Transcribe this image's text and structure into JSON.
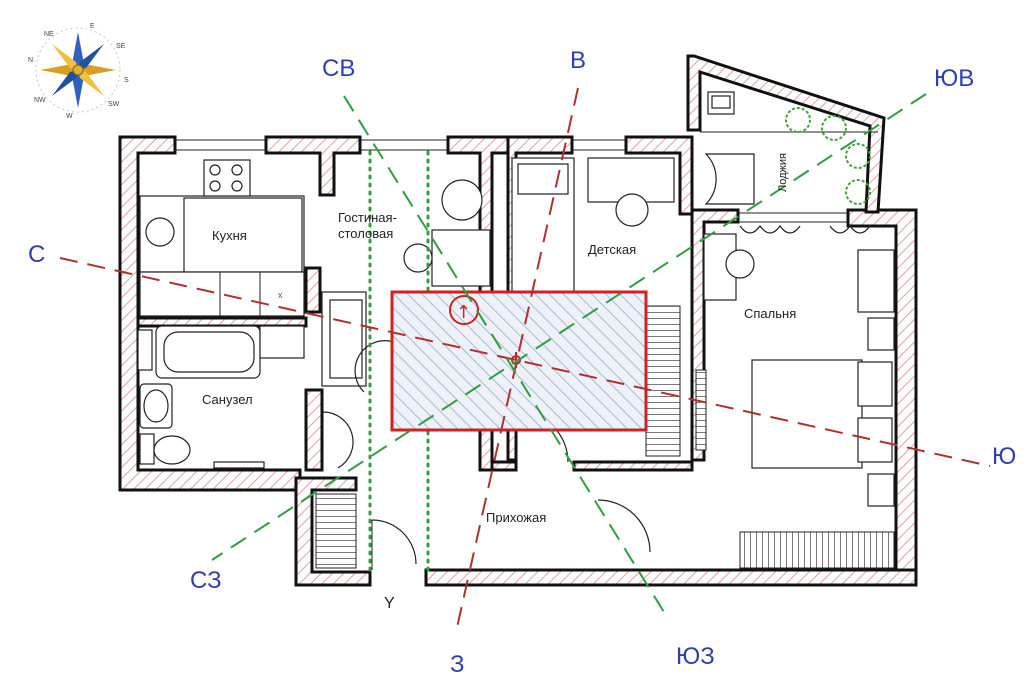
{
  "compass": {
    "letters": [
      "N",
      "E",
      "SE",
      "S",
      "SW",
      "W",
      "NW",
      "NE"
    ]
  },
  "directions": {
    "north": "С",
    "northeast": "СВ",
    "east": "В",
    "southeast": "ЮВ",
    "south": "Ю",
    "southwest": "ЮЗ",
    "west": "З",
    "northwest": "СЗ"
  },
  "rooms": {
    "kitchen": "Кухня",
    "living_line1": "Гостиная-",
    "living_line2": "столовая",
    "nursery": "Детская",
    "bedroom": "Спальня",
    "bathroom": "Санузел",
    "hallway": "Прихожая",
    "loggia": "Лоджия"
  },
  "entry_marker": "Y",
  "colors": {
    "walls": "#111111",
    "wall_hatch": "#e8a0a0",
    "direction_lines": "#b03030",
    "diagonal_lines": "#2e9e40",
    "dotted_lines": "#2e9e40",
    "labels": "#2e3fb0",
    "center_zone": "#d02020",
    "center_hatch": "#8fa8c8"
  },
  "center_zone_arrow": "↑"
}
